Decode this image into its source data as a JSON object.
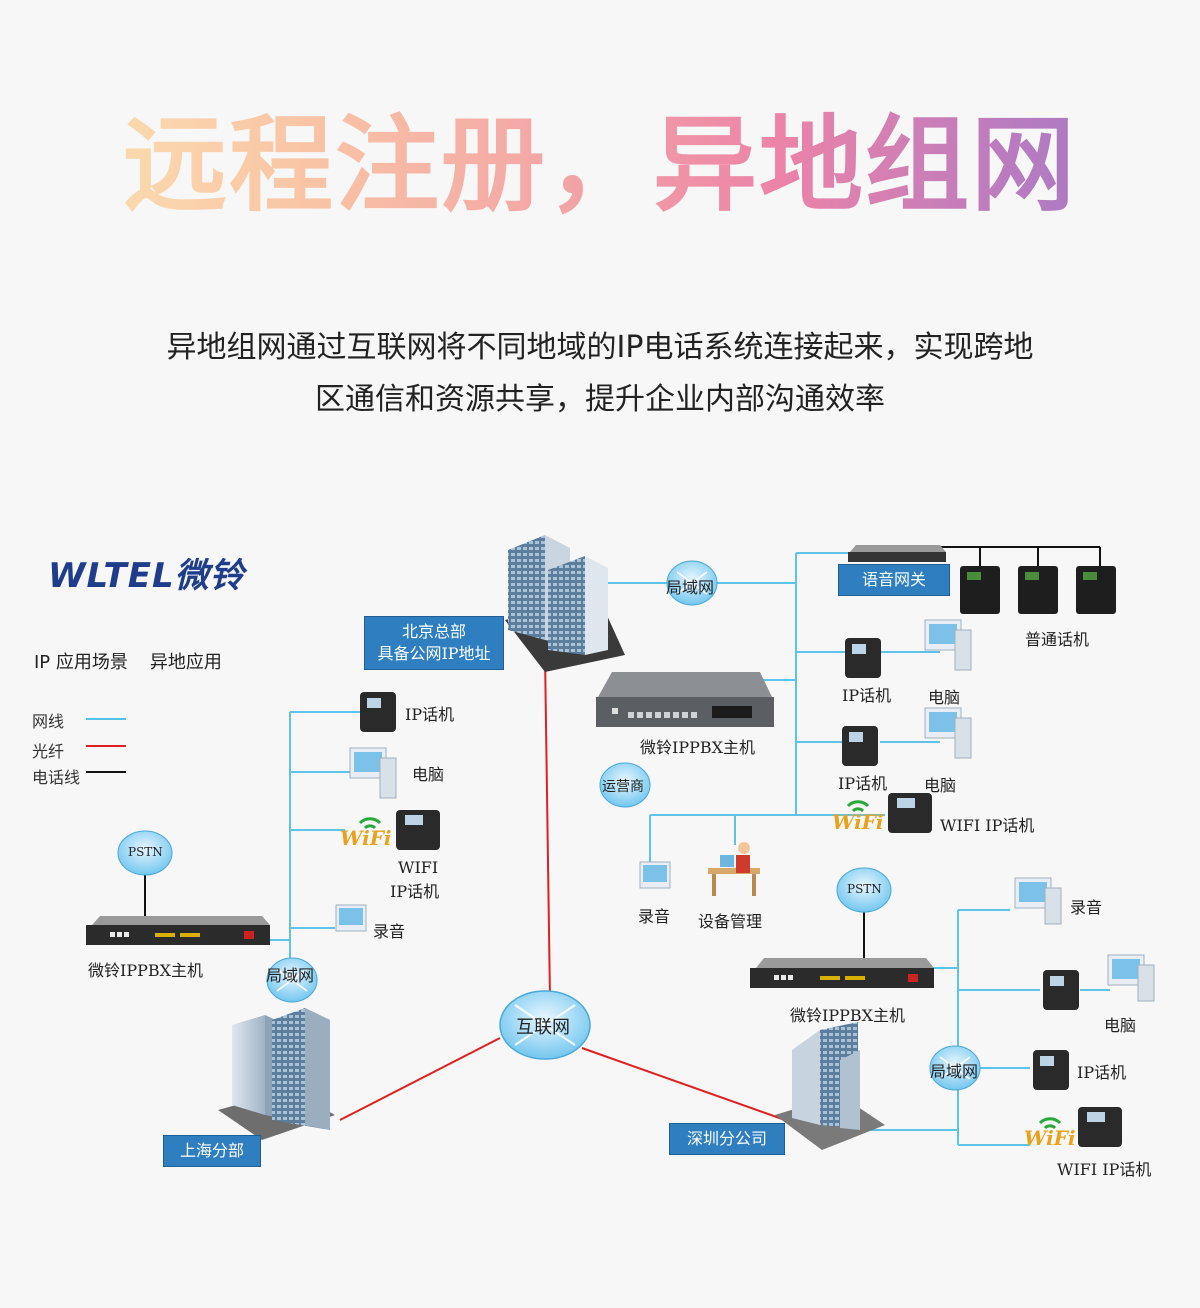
{
  "headline": {
    "part1": "远程注册，",
    "part2": "异地组网"
  },
  "subtitle": {
    "line1": "异地组网通过互联网将不同地域的IP电话系统连接起来，实现跨地",
    "line2": "区通信和资源共享，提升企业内部沟通效率"
  },
  "logo": "WLTEL微铃",
  "scenario": {
    "label": "IP  应用场景",
    "value": "异地应用"
  },
  "legend": [
    {
      "label": "网线",
      "color": "#4fc3e8"
    },
    {
      "label": "光纤",
      "color": "#e02020"
    },
    {
      "label": "电话线",
      "color": "#111111"
    }
  ],
  "sites": {
    "beijing": {
      "line1": "北京总部",
      "line2": "具备公网IP地址"
    },
    "shanghai": "上海分部",
    "shenzhen": "深圳分公司"
  },
  "nodes": {
    "internet": "互联网",
    "lan": "局域网",
    "carrier": "运营商",
    "pstn": "PSTN"
  },
  "devices": {
    "ippbx": "微铃IPPBX主机",
    "voice_gateway": "语音网关",
    "analog_phone": "普通话机",
    "ip_phone": "IP话机",
    "pc": "电脑",
    "wifi_ip_phone": "WIFI IP话机",
    "wifi_line1": "WIFI",
    "wifi_line2": "IP话机",
    "recording": "录音",
    "device_mgmt": "设备管理",
    "wifi_logo": "WiFi"
  }
}
